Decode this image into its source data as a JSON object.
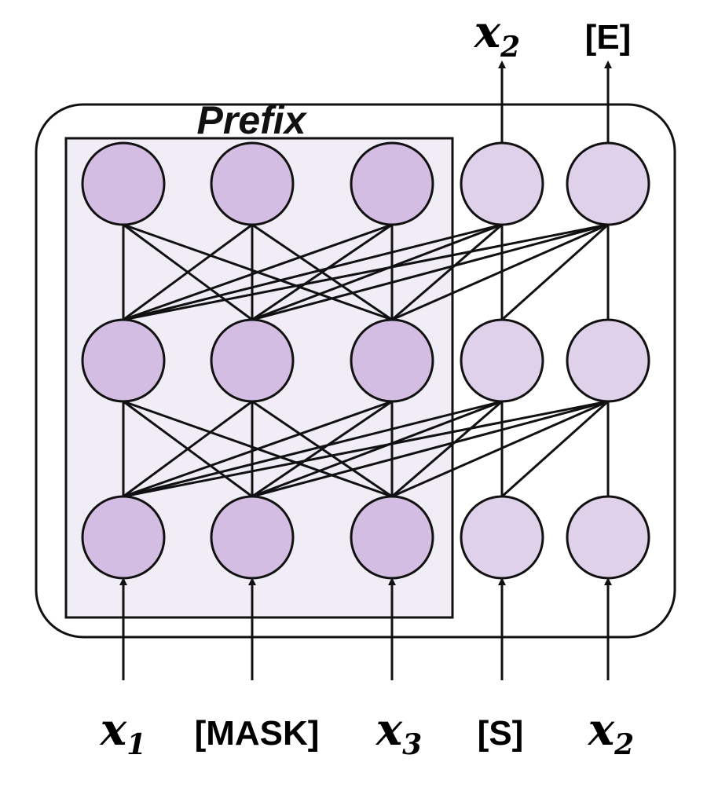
{
  "prefix_label": "Prefix",
  "inputs": [
    {
      "var": "x",
      "sub": "1"
    },
    {
      "text": "[MASK]"
    },
    {
      "var": "x",
      "sub": "3"
    },
    {
      "text": "[S]"
    },
    {
      "var": "x",
      "sub": "2"
    }
  ],
  "outputs": [
    {
      "var": "x",
      "sub": "2"
    },
    {
      "text": "[E]"
    }
  ],
  "colors": {
    "prefix_node": "#d4bde2",
    "generation_node": "#e0d1ea",
    "prefix_box_fill": "#f1edf6",
    "stroke": "#111111"
  }
}
